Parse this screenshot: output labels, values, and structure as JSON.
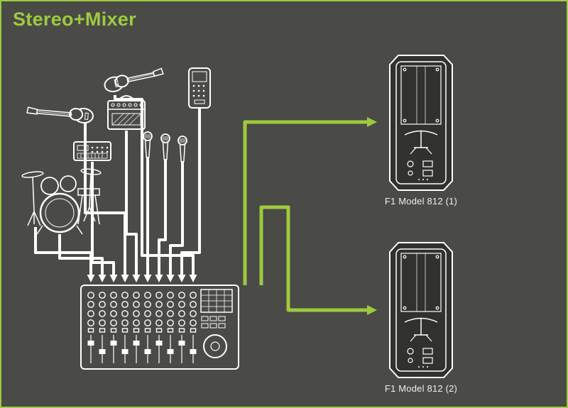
{
  "diagram": {
    "title": "Stereo+Mixer",
    "speakers": [
      {
        "label": "F1 Model 812 (1)"
      },
      {
        "label": "F1 Model 812 (2)"
      }
    ],
    "colors": {
      "background": "#4a4a47",
      "accent_green": "#9dca3e",
      "line_art": "#ffffff",
      "speaker_fill": "#31312d",
      "label_text": "#efefec"
    },
    "icons": [
      "electric-guitar-icon",
      "bass-guitar-icon",
      "amp-icon",
      "keyboard-icon",
      "drum-kit-icon",
      "microphone-icon",
      "handheld-device-icon",
      "mixer-icon",
      "speaker-cabinet-icon",
      "cable-down-arrow",
      "green-signal-arrow"
    ]
  }
}
